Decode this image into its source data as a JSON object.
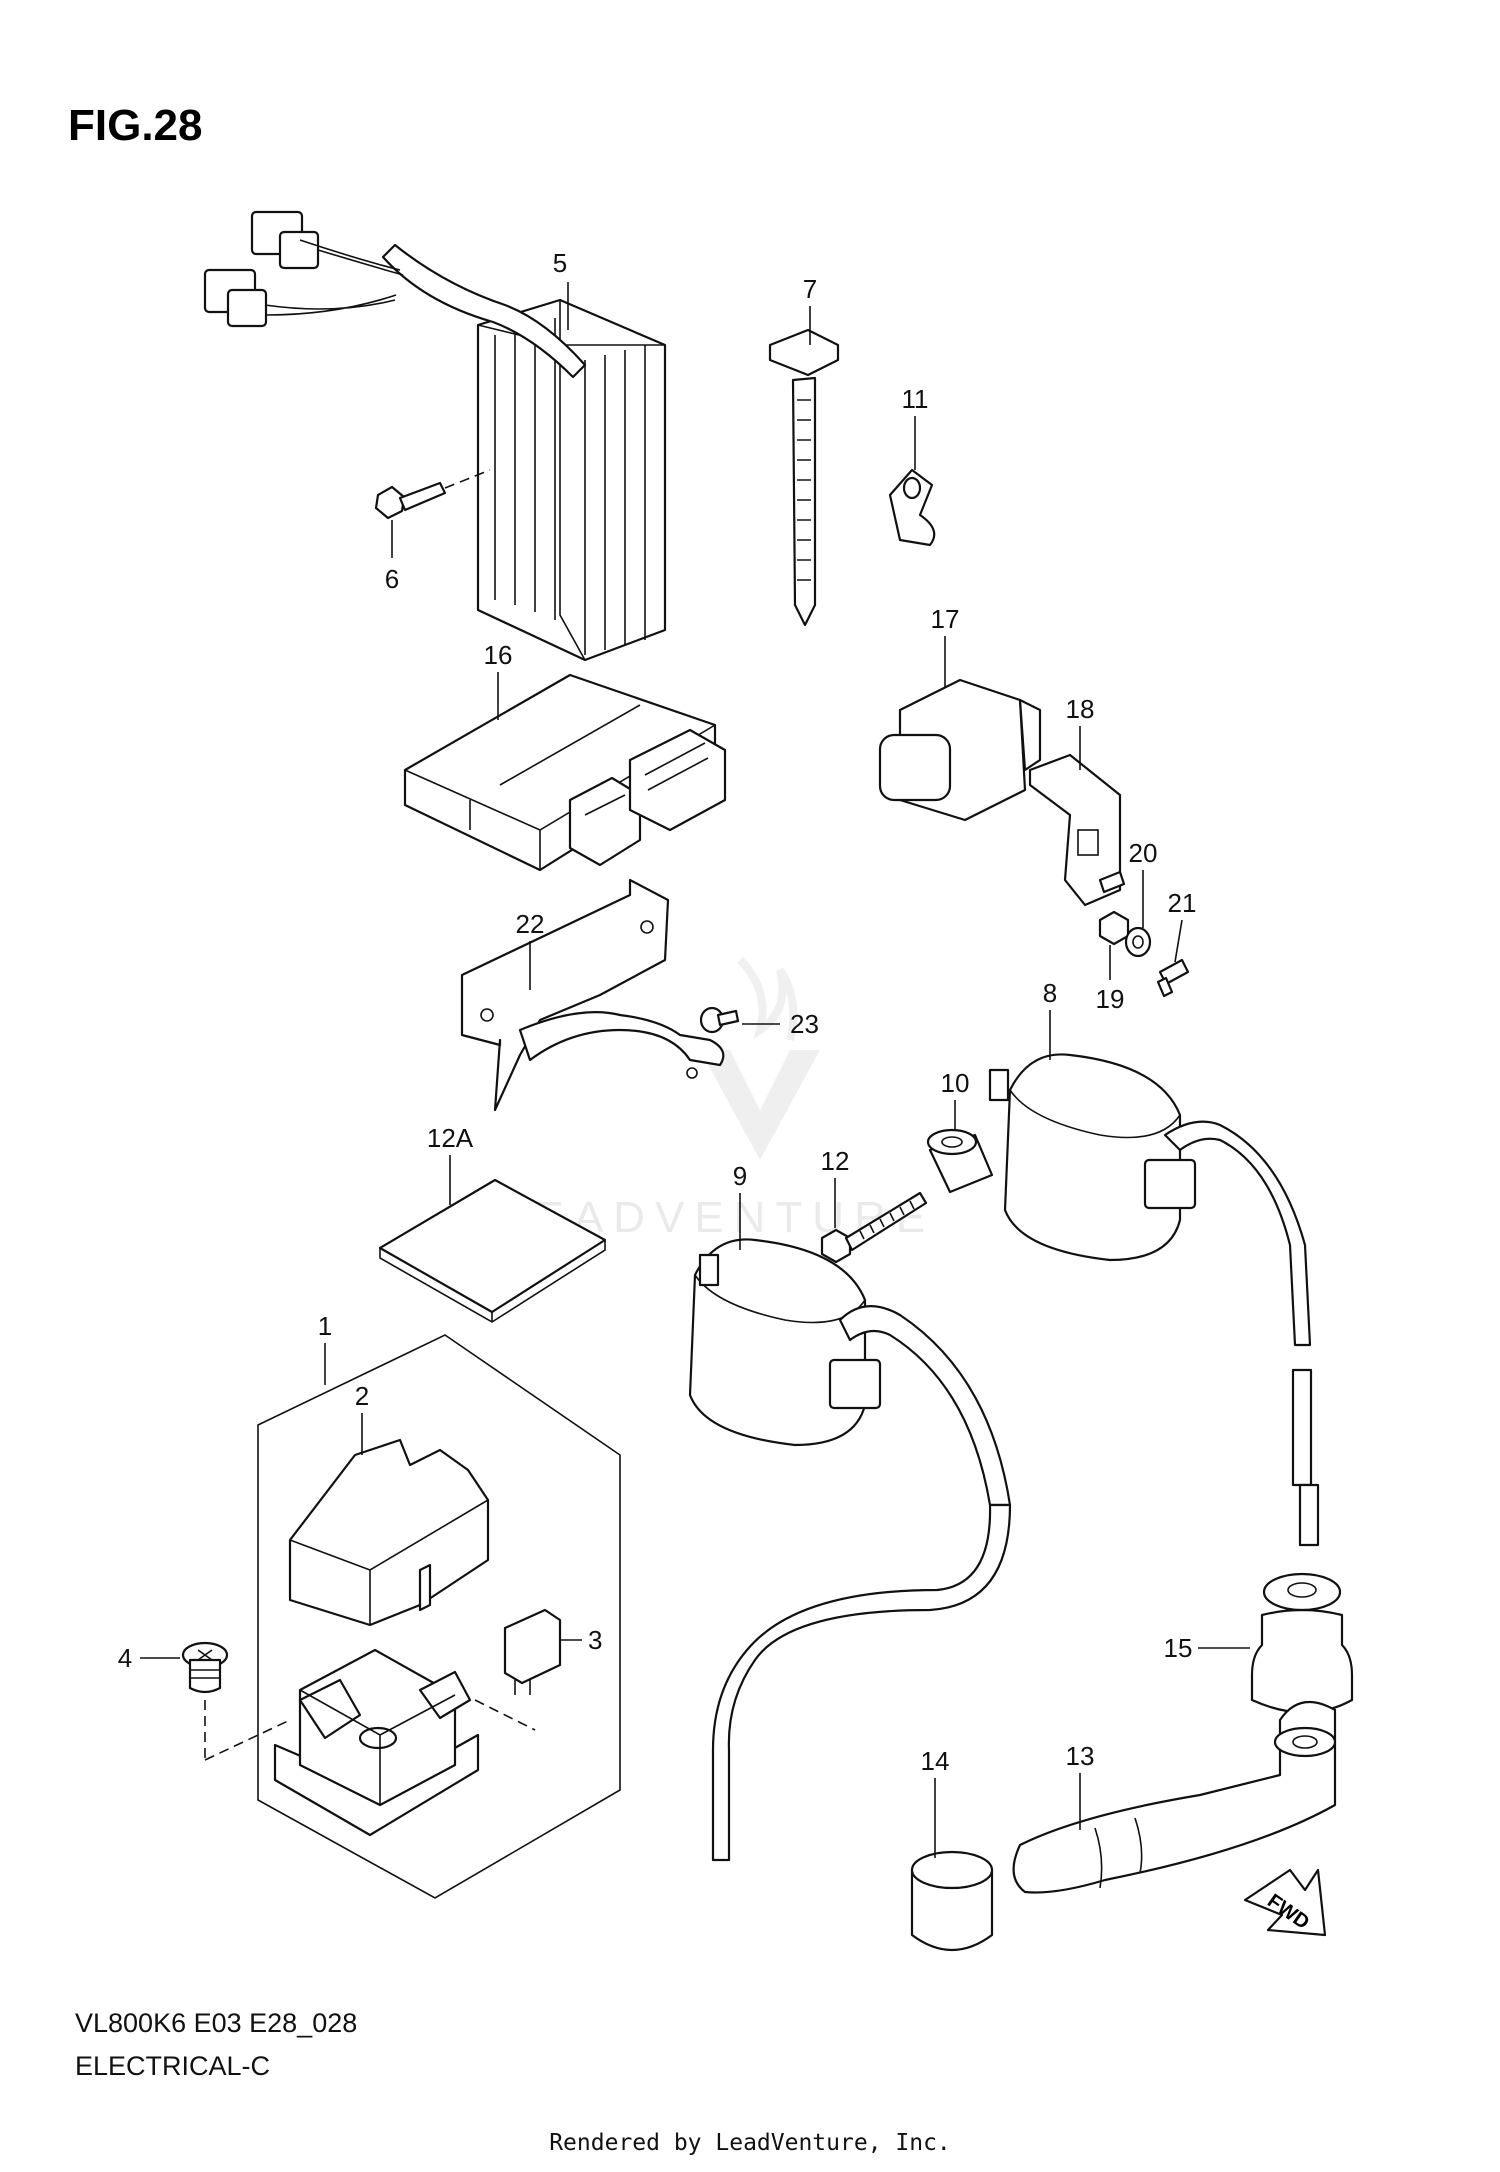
{
  "figure": {
    "title": "FIG.28",
    "model_code": "VL800K6 E03 E28_028",
    "section": "ELECTRICAL-C",
    "watermark": "LEADVENTURE",
    "rendered_by": "Rendered by LeadVenture, Inc.",
    "direction_marker": "FWD"
  },
  "callouts": {
    "c1": "1",
    "c2": "2",
    "c3": "3",
    "c4": "4",
    "c5": "5",
    "c6": "6",
    "c7": "7",
    "c8": "8",
    "c9": "9",
    "c10": "10",
    "c11": "11",
    "c12": "12",
    "c12a": "12A",
    "c13": "13",
    "c14": "14",
    "c15": "15",
    "c16": "16",
    "c17": "17",
    "c18": "18",
    "c19": "19",
    "c20": "20",
    "c21": "21",
    "c22": "22",
    "c23": "23"
  }
}
